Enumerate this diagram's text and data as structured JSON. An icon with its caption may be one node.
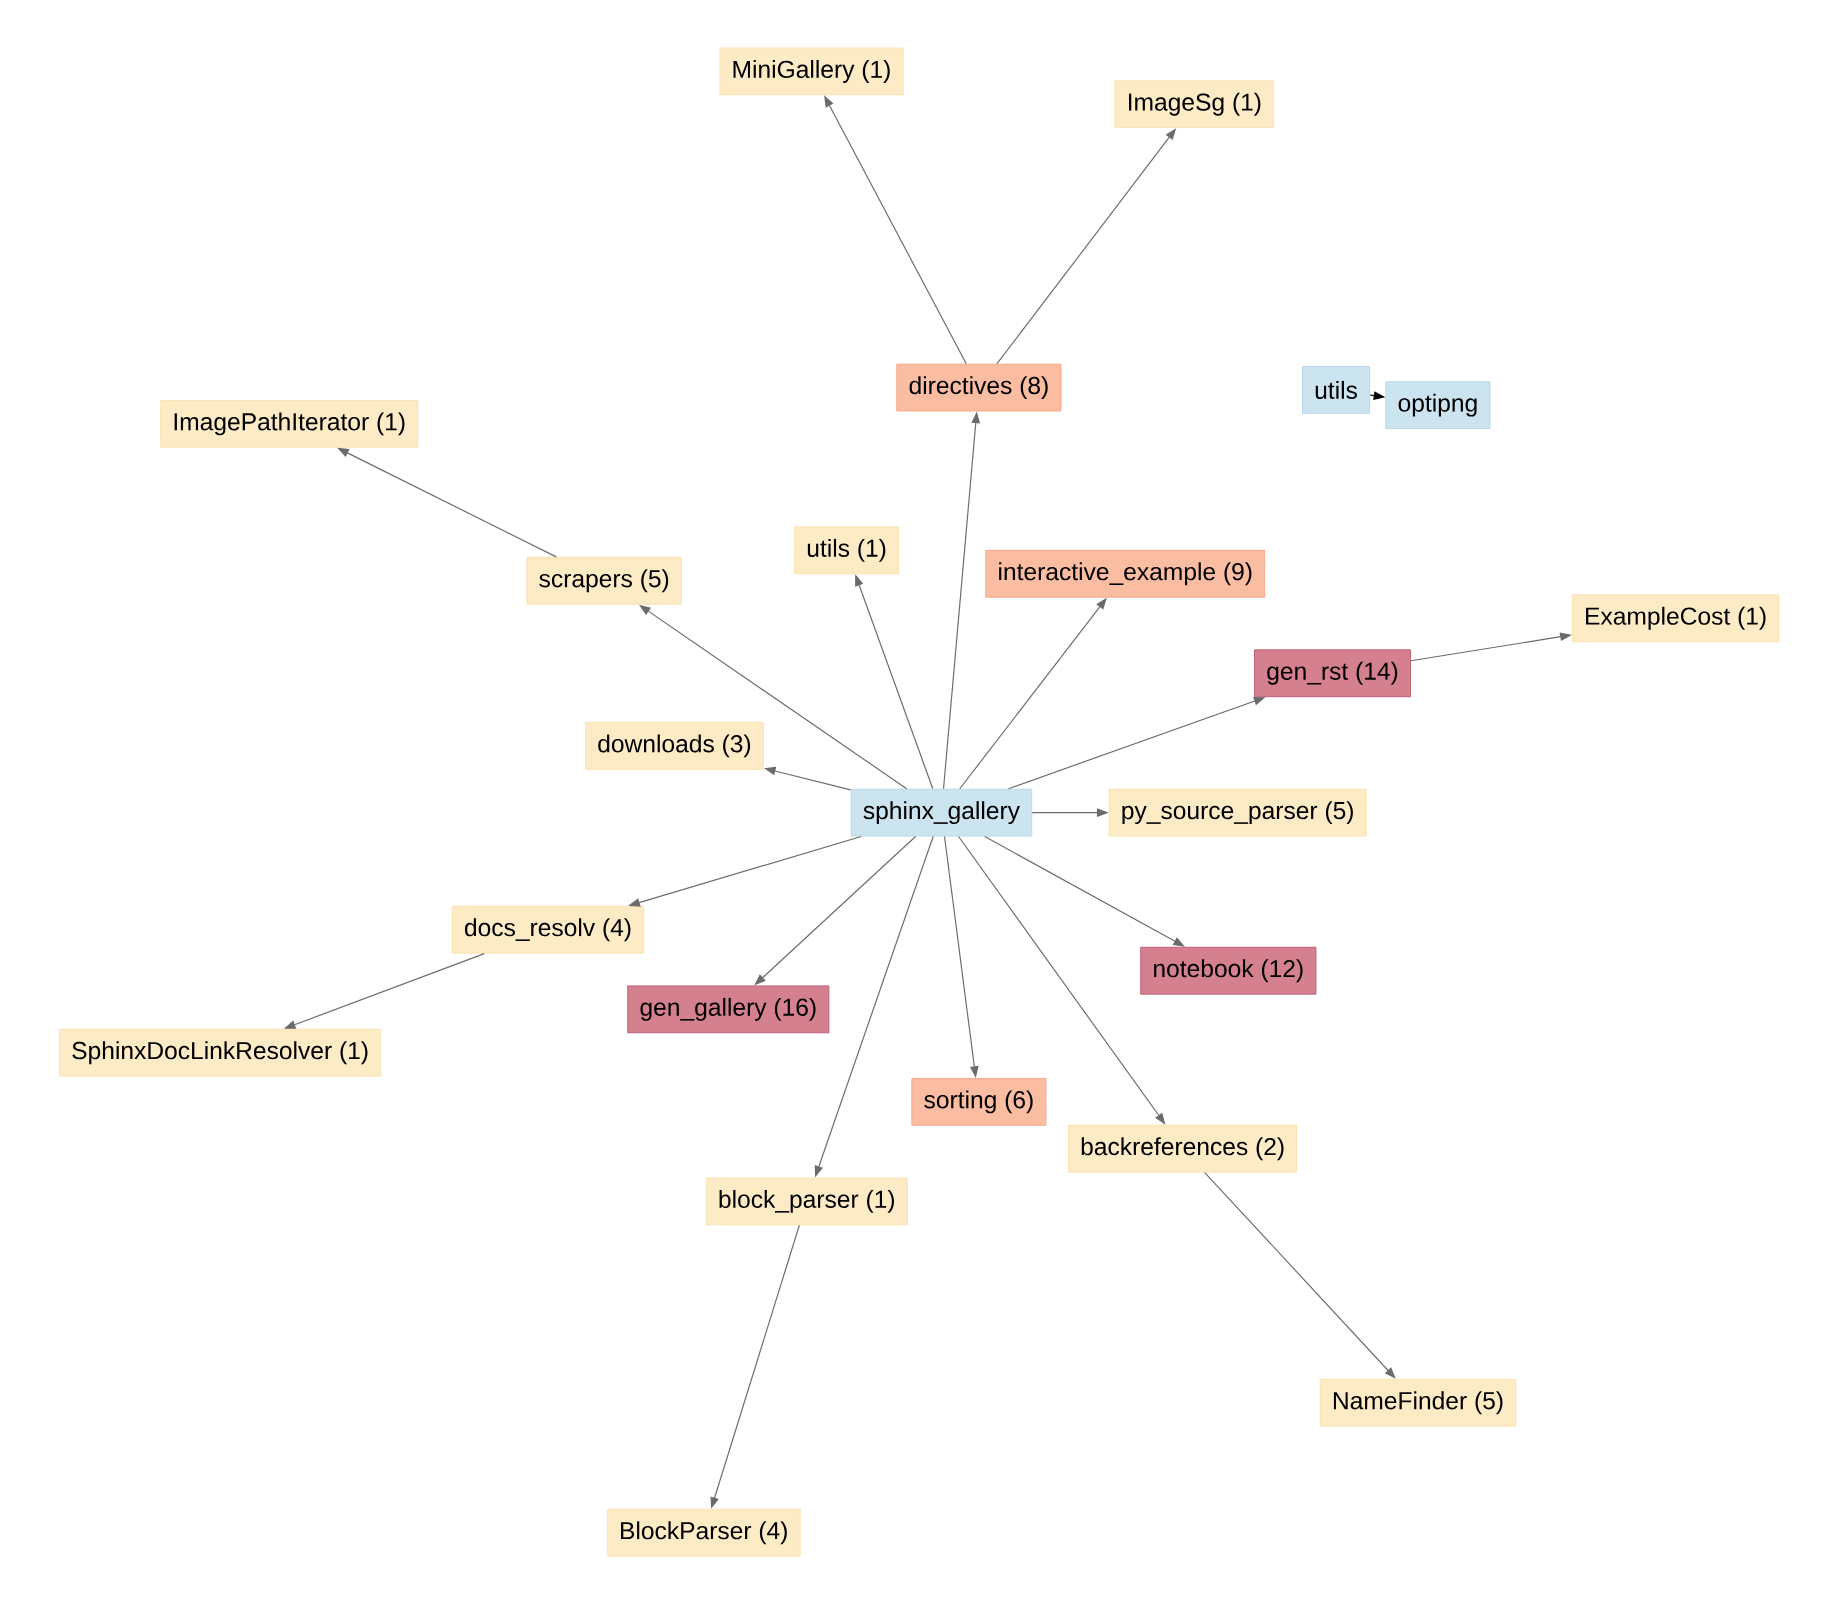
{
  "diagram": {
    "nodes": [
      {
        "text": [
          "MiniGallery (1)"
        ]
      },
      {
        "text": [
          "ImageSg (1)"
        ]
      },
      {
        "text": [
          "directives (8)"
        ]
      },
      {
        "text": [
          "utils"
        ]
      },
      {
        "text": [
          "optipng"
        ]
      },
      {
        "text": [
          "ImagePathIterator (1)"
        ]
      },
      {
        "text": [
          "utils (1)"
        ]
      },
      {
        "text": [
          "scrapers (5)"
        ]
      },
      {
        "text": [
          "interactive_example (9)"
        ]
      },
      {
        "text": [
          "ExampleCost (1)"
        ]
      },
      {
        "text": [
          "gen_rst (14)"
        ]
      },
      {
        "text": [
          "downloads (3)"
        ]
      },
      {
        "text": [
          "sphinx_gallery"
        ]
      },
      {
        "text": [
          "py_source_parser (5)"
        ]
      },
      {
        "text": [
          "docs_resolv (4)"
        ]
      },
      {
        "text": [
          "notebook (12)"
        ]
      },
      {
        "text": [
          "SphinxDocLinkResolver (1)"
        ]
      },
      {
        "text": [
          "gen_gallery (16)"
        ]
      },
      {
        "text": [
          "sorting (6)"
        ]
      },
      {
        "text": [
          "backreferences (2)"
        ]
      },
      {
        "text": [
          "block_parser (1)"
        ]
      },
      {
        "text": [
          "NameFinder (5)"
        ]
      },
      {
        "text": [
          "BlockParser (4)"
        ]
      }
    ],
    "edges": [
      {
        "from": 2,
        "to": 0,
        "arrow": "to"
      },
      {
        "from": 2,
        "to": 1,
        "arrow": "to"
      },
      {
        "from": 3,
        "to": 4,
        "arrow": "to",
        "color": "#000000"
      },
      {
        "from": 7,
        "to": 5,
        "arrow": "to"
      },
      {
        "from": 12,
        "to": 6,
        "arrow": "to"
      },
      {
        "from": 12,
        "to": 7,
        "arrow": "to"
      },
      {
        "from": 12,
        "to": 2,
        "arrow": "to"
      },
      {
        "from": 12,
        "to": 8,
        "arrow": "to"
      },
      {
        "from": 12,
        "to": 10,
        "arrow": "to"
      },
      {
        "from": 10,
        "to": 9,
        "arrow": "to"
      },
      {
        "from": 12,
        "to": 11,
        "arrow": "to"
      },
      {
        "from": 12,
        "to": 13,
        "arrow": "to"
      },
      {
        "from": 12,
        "to": 14,
        "arrow": "to"
      },
      {
        "from": 14,
        "to": 16,
        "arrow": "to"
      },
      {
        "from": 12,
        "to": 15,
        "arrow": "to"
      },
      {
        "from": 12,
        "to": 17,
        "arrow": "to"
      },
      {
        "from": 12,
        "to": 18,
        "arrow": "to"
      },
      {
        "from": 12,
        "to": 19,
        "arrow": "to"
      },
      {
        "from": 19,
        "to": 21,
        "arrow": "to"
      },
      {
        "from": 12,
        "to": 20,
        "arrow": "to"
      },
      {
        "from": 20,
        "to": 22,
        "arrow": "to"
      }
    ]
  }
}
